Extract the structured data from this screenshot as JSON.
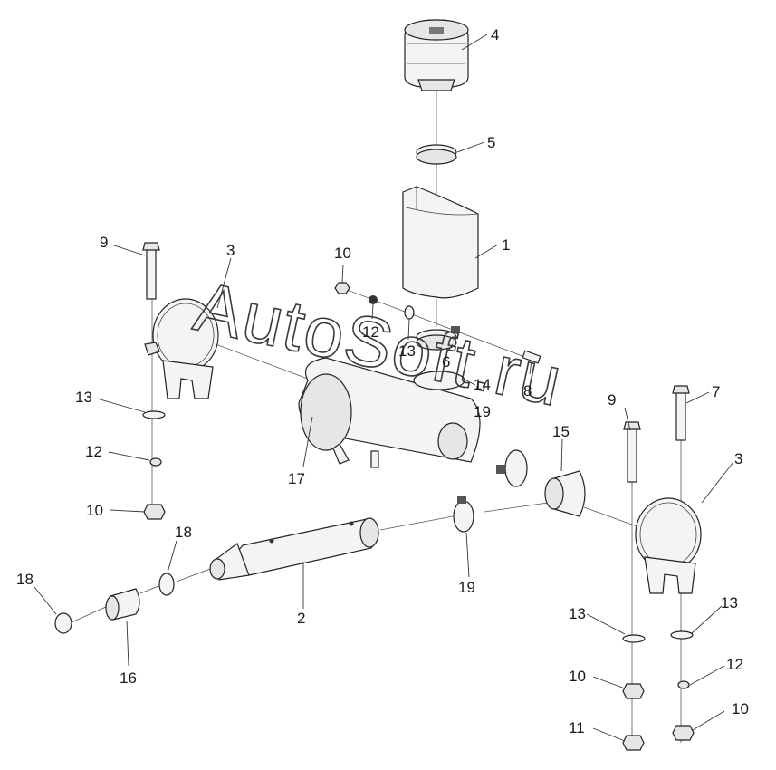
{
  "watermark": "AutoSoft.ru",
  "callouts": {
    "c1": "1",
    "c2": "2",
    "c3a": "3",
    "c3b": "3",
    "c4": "4",
    "c5": "5",
    "c6": "6",
    "c7": "7",
    "c8": "8",
    "c9a": "9",
    "c9b": "9",
    "c10a": "10",
    "c10b": "10",
    "c10c": "10",
    "c10d": "10",
    "c11": "11",
    "c12a": "12",
    "c12b": "12",
    "c12c": "12",
    "c13a": "13",
    "c13b": "13",
    "c13c": "13",
    "c13d": "13",
    "c14": "14",
    "c15": "15",
    "c16": "16",
    "c17": "17",
    "c18a": "18",
    "c18b": "18",
    "c19a": "19",
    "c19b": "19"
  }
}
